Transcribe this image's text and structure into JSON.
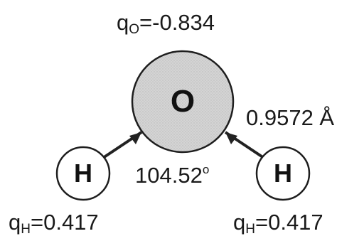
{
  "molecule": {
    "oxygen": {
      "symbol": "O",
      "charge_symbol": "q",
      "charge_subscript": "O",
      "charge_value": "=-0.834",
      "fill_color": "#d3d3d3"
    },
    "hydrogen_left": {
      "symbol": "H",
      "charge_symbol": "q",
      "charge_subscript": "H",
      "charge_value": "=0.417",
      "fill_color": "#ffffff"
    },
    "hydrogen_right": {
      "symbol": "H",
      "charge_symbol": "q",
      "charge_subscript": "H",
      "charge_value": "=0.417",
      "fill_color": "#ffffff"
    },
    "bond_length": "0.9572 Å",
    "bond_angle": "104.52",
    "angle_unit_superscript": "o"
  }
}
